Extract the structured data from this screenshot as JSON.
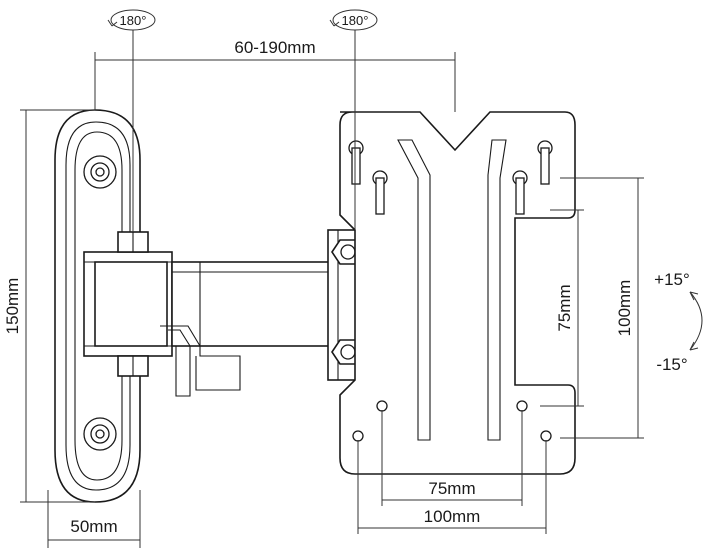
{
  "dimensions": {
    "arm_reach": "60-190mm",
    "wall_plate_height": "150mm",
    "wall_plate_width": "50mm",
    "vesa_small_horizontal": "75mm",
    "vesa_large_horizontal": "100mm",
    "vesa_small_vertical": "75mm",
    "vesa_large_vertical": "100mm"
  },
  "rotation": {
    "left_swivel": "180°",
    "right_swivel": "180°"
  },
  "tilt": {
    "up": "+15°",
    "down": "-15°"
  }
}
